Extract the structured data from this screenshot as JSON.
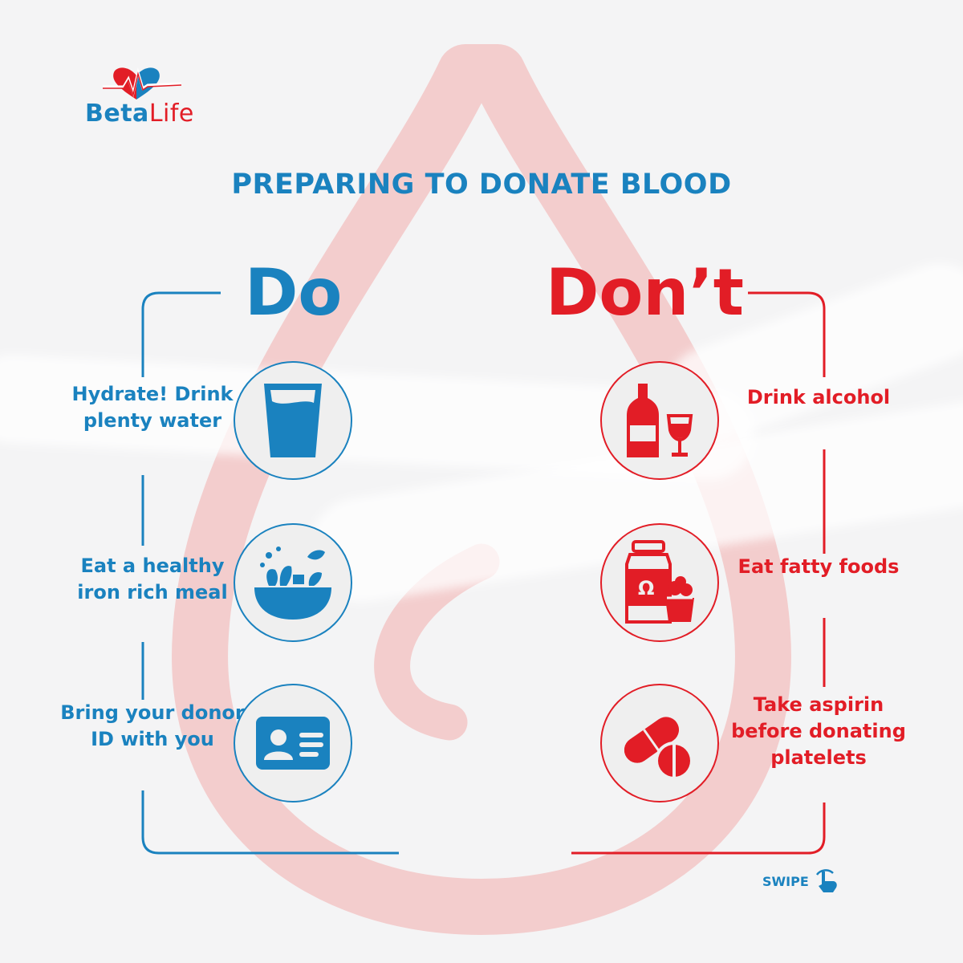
{
  "brand": {
    "name_part1": "Beta",
    "name_part2": "Life"
  },
  "title": "PREPARING TO DONATE BLOOD",
  "do": {
    "heading": "Do",
    "items": [
      {
        "text": "Hydrate! Drink plenty water",
        "icon": "water-glass-icon"
      },
      {
        "text": "Eat a healthy iron rich meal",
        "icon": "salad-bowl-icon"
      },
      {
        "text": "Bring your donor ID with you",
        "icon": "id-card-icon"
      }
    ]
  },
  "dont": {
    "heading": "Don’t",
    "items": [
      {
        "text": "Drink alcohol",
        "icon": "wine-bottle-glass-icon"
      },
      {
        "text": "Eat fatty foods",
        "icon": "jar-and-cake-icon"
      },
      {
        "text": "Take aspirin before donating platelets",
        "icon": "pills-icon"
      }
    ]
  },
  "swipe": {
    "label": "SWIPE",
    "icon": "swipe-hand-icon"
  },
  "colors": {
    "blue": "#1a82bf",
    "red": "#e21d26",
    "background": "#f4f4f5"
  }
}
